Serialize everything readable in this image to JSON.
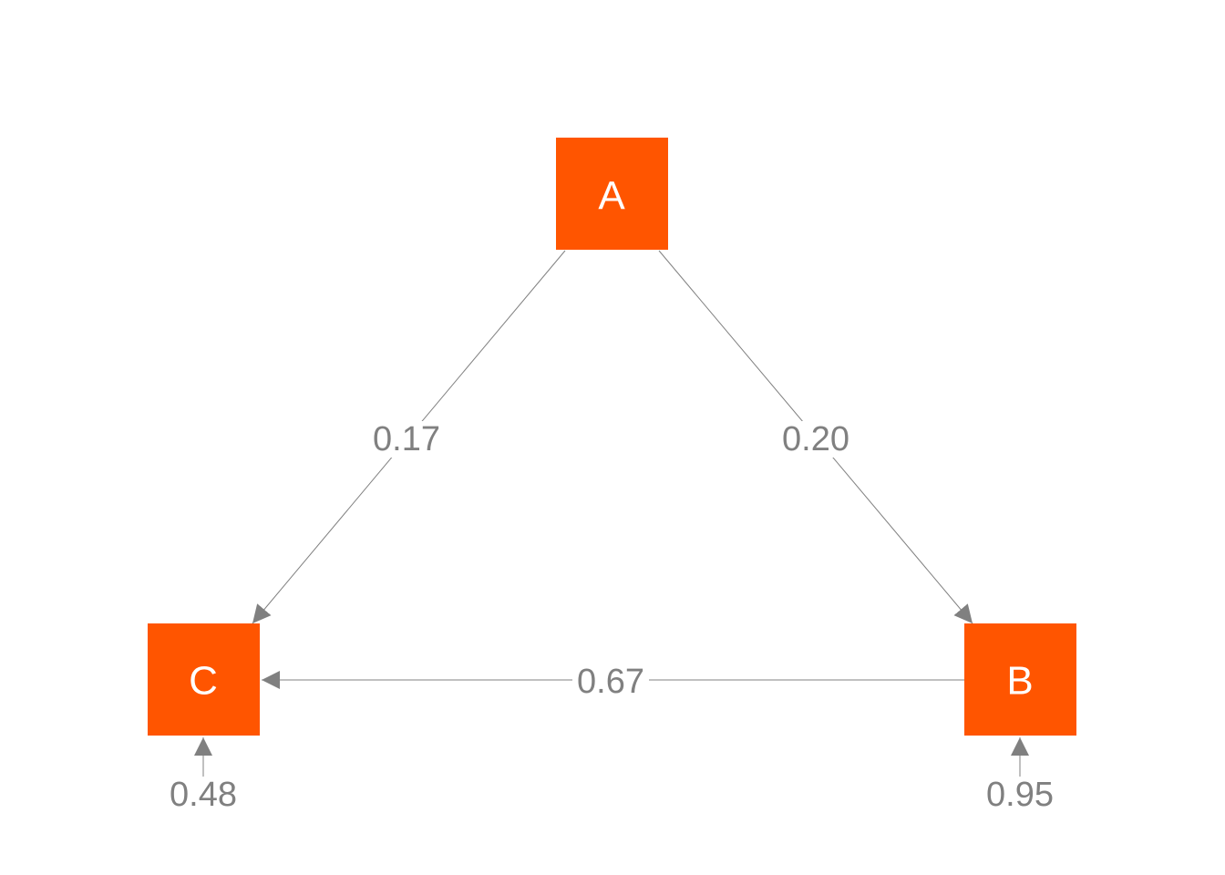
{
  "nodes": [
    {
      "id": "A",
      "label": "A"
    },
    {
      "id": "B",
      "label": "B"
    },
    {
      "id": "C",
      "label": "C"
    }
  ],
  "edges": [
    {
      "from": "A",
      "to": "C",
      "label": "0.17"
    },
    {
      "from": "A",
      "to": "B",
      "label": "0.20"
    },
    {
      "from": "B",
      "to": "C",
      "label": "0.67"
    }
  ],
  "residuals": [
    {
      "node": "C",
      "label": "0.48"
    },
    {
      "node": "B",
      "label": "0.95"
    }
  ],
  "colors": {
    "node_fill": "#ff5500",
    "node_text": "#ffffff",
    "edge": "#808080"
  }
}
